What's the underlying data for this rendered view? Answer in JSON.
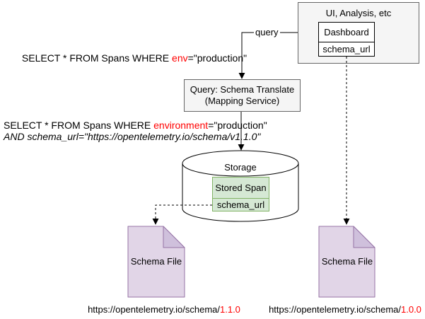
{
  "colors": {
    "highlight_red": "#ff0000",
    "node_gray_fill": "#f5f5f5",
    "node_gray_border": "#666666",
    "green_fill": "#d5e8d4",
    "green_border": "#82b366",
    "purple_fill": "#e1d5e7",
    "purple_border": "#9673a6"
  },
  "ui_box": {
    "title": "UI, Analysis, etc",
    "dashboard_label": "Dashboard",
    "schema_url_label": "schema_url"
  },
  "query_edge_label": "query",
  "translate_box": {
    "line1": "Query: Schema Translate",
    "line2": "(Mapping Service)"
  },
  "sql_simple": {
    "prefix": "SELECT * FROM Spans WHERE ",
    "highlight": "env",
    "suffix": "=\"production\""
  },
  "sql_translated": {
    "line1_prefix": "SELECT * FROM Spans WHERE ",
    "line1_highlight": "environment",
    "line1_suffix": "=\"production\"",
    "line2": "AND schema_url=\"https://opentelemetry.io/schema/v1.1.0\""
  },
  "storage": {
    "title": "Storage",
    "stored_span_label": "Stored Span",
    "schema_url_label": "schema_url"
  },
  "schema_file_left": {
    "label": "Schema File",
    "url_base": "https://opentelemetry.io/schema/",
    "url_version": "1.1.0"
  },
  "schema_file_right": {
    "label": "Schema File",
    "url_base": "https://opentelemetry.io/schema/",
    "url_version": "1.0.0"
  }
}
